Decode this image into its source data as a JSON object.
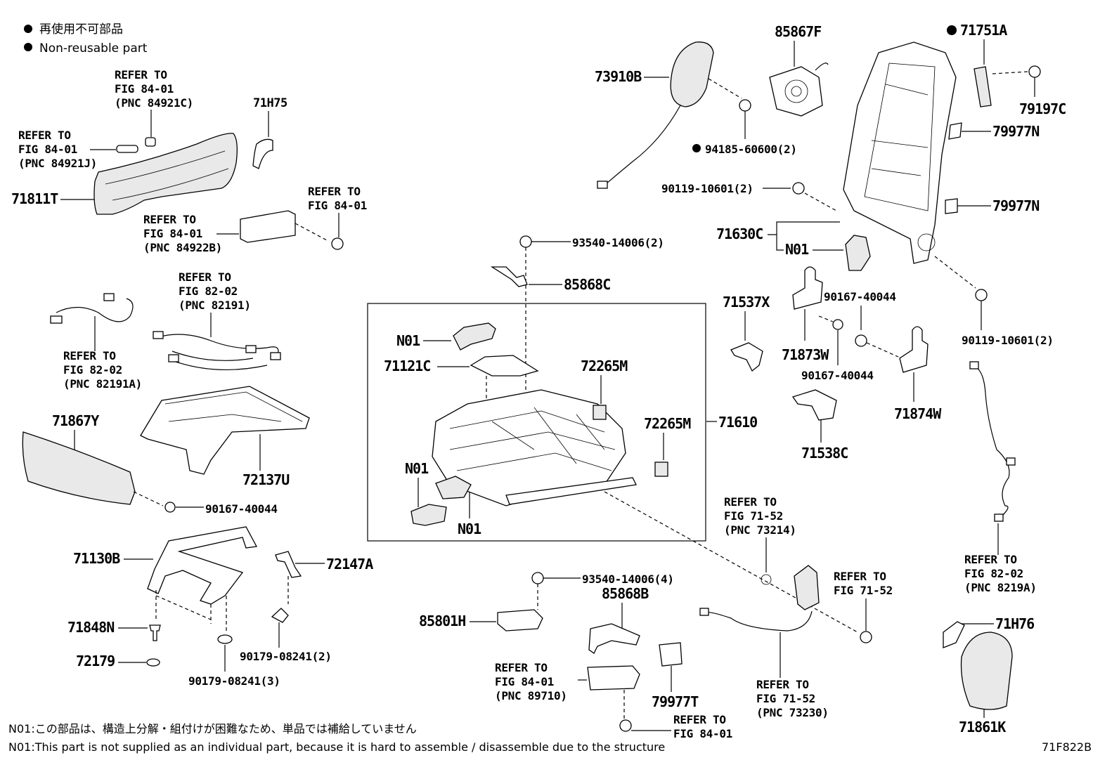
{
  "legend": {
    "line_jp": "再使用不可部品",
    "line_en": "Non-reusable part"
  },
  "labels": {
    "p73910B": "73910B",
    "p85867F": "85867F",
    "p71751A": "71751A",
    "p79197C": "79197C",
    "p79977N_a": "79977N",
    "p79977N_b": "79977N",
    "p94185": "94185-60600(2)",
    "p90119_a": "90119-10601(2)",
    "p90119_b": "90119-10601(2)",
    "p71630C": "71630C",
    "pN01_a": "N01",
    "pN01_b": "N01",
    "pN01_c": "N01",
    "pN01_d": "N01",
    "p93540_a": "93540-14006(2)",
    "p93540_b": "93540-14006(4)",
    "p85868C": "85868C",
    "p85868B": "85868B",
    "p71537X": "71537X",
    "p90167_a": "90167-40044",
    "p90167_b": "90167-40044",
    "p90167_c": "90167-40044",
    "p71873W": "71873W",
    "p71874W": "71874W",
    "p71538C": "71538C",
    "p71121C": "71121C",
    "p72265M_a": "72265M",
    "p72265M_b": "72265M",
    "p71610": "71610",
    "p71H75": "71H75",
    "p71H76": "71H76",
    "p71811T": "71811T",
    "p71867Y": "71867Y",
    "p72137U": "72137U",
    "p71130B": "71130B",
    "p72147A": "72147A",
    "p71848N": "71848N",
    "p72179": "72179",
    "p90179_a": "90179-08241(2)",
    "p90179_b": "90179-08241(3)",
    "p85801H": "85801H",
    "p79977T": "79977T",
    "p71861K": "71861K"
  },
  "refs": {
    "r1": [
      "REFER TO",
      "FIG 84-01",
      "(PNC 84921C)"
    ],
    "r2": [
      "REFER TO",
      "FIG 84-01",
      "(PNC 84921J)"
    ],
    "r3": [
      "REFER TO",
      "FIG 84-01",
      "(PNC 84922B)"
    ],
    "r4": [
      "REFER TO",
      "FIG 84-01"
    ],
    "r5": [
      "REFER TO",
      "FIG 82-02",
      "(PNC 82191)"
    ],
    "r6": [
      "REFER TO",
      "FIG 82-02",
      "(PNC 82191A)"
    ],
    "r7": [
      "REFER TO",
      "FIG 71-52",
      "(PNC 73214)"
    ],
    "r8": [
      "REFER TO",
      "FIG 71-52"
    ],
    "r9": [
      "REFER TO",
      "FIG 82-02",
      "(PNC 8219A)"
    ],
    "r10": [
      "REFER TO",
      "FIG 84-01",
      "(PNC 89710)"
    ],
    "r11": [
      "REFER TO",
      "FIG 71-52",
      "(PNC 73230)"
    ],
    "r12": [
      "REFER TO",
      "FIG 84-01"
    ]
  },
  "footnotes": {
    "jp": "N01:この部品は、構造上分解・組付けが困難なため、単品では補給していません",
    "en": "N01:This part is not supplied as an individual part, because it is hard to assemble / disassemble due to the structure"
  },
  "figure_code": "71F822B"
}
